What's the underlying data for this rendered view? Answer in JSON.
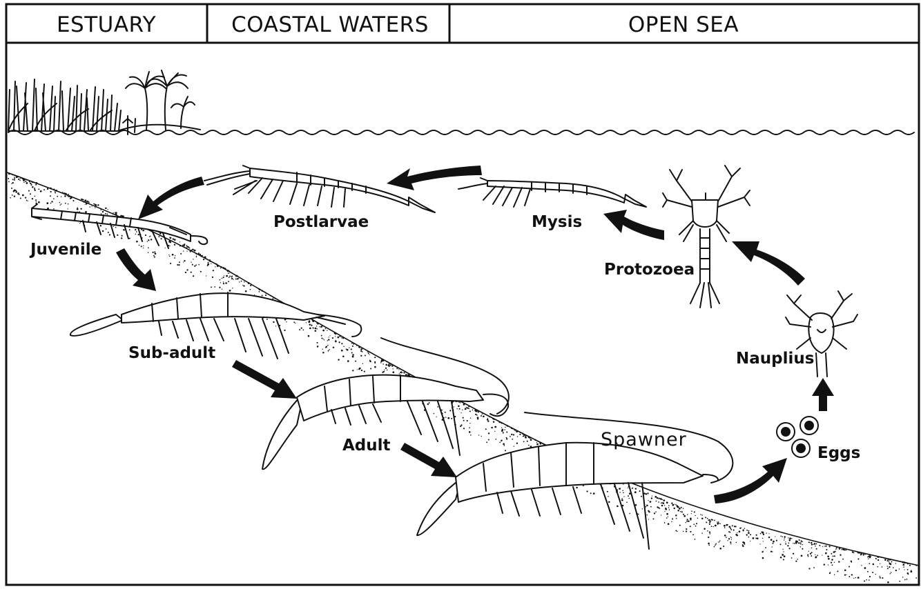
{
  "zones": {
    "estuary": "ESTUARY",
    "coastal": "COASTAL WATERS",
    "open_sea": "OPEN SEA"
  },
  "stages": {
    "postlarvae": "Postlarvae",
    "mysis": "Mysis",
    "protozoea": "Protozoea",
    "nauplius": "Nauplius",
    "eggs": "Eggs",
    "juvenile": "Juvenile",
    "sub_adult": "Sub-adult",
    "adult": "Adult",
    "spawner": "Spawner"
  }
}
